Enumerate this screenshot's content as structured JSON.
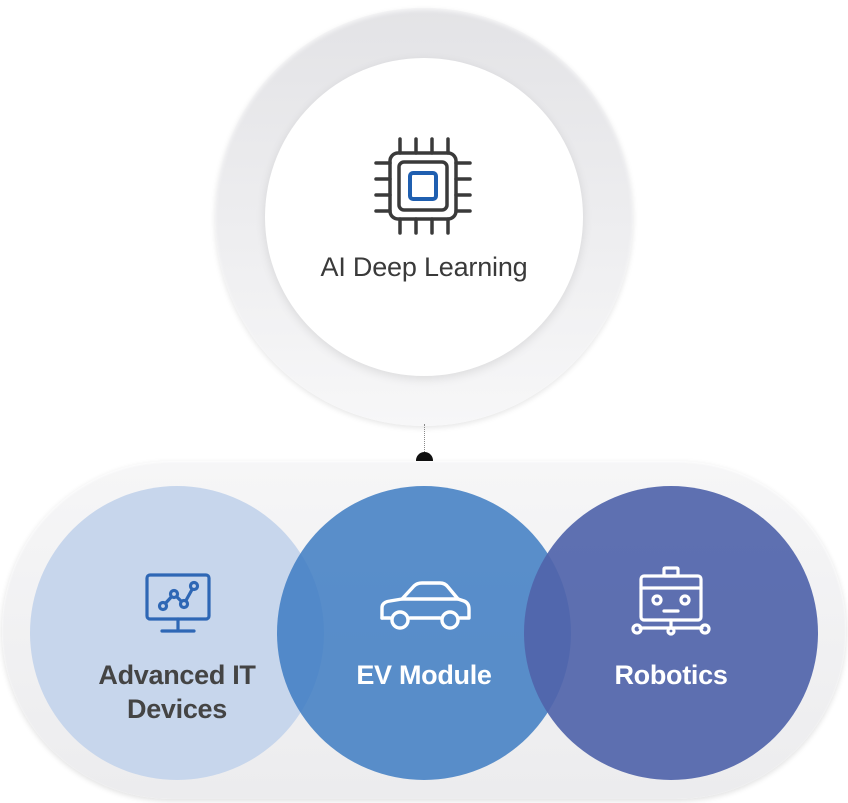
{
  "top_node": {
    "label": "AI Deep Learning",
    "icon": "cpu-chip-icon"
  },
  "nodes": [
    {
      "label": "Advanced IT Devices",
      "line1": "Advanced IT",
      "line2": "Devices",
      "icon": "monitor-chart-icon",
      "color": "#c5d4eb"
    },
    {
      "label": "EV Module",
      "icon": "car-icon",
      "color": "#3f7dc2"
    },
    {
      "label": "Robotics",
      "icon": "robot-icon",
      "color": "#5064aa"
    }
  ],
  "colors": {
    "chip_accent": "#1f5fb0",
    "icon_dark": "#3a3a3a",
    "icon_blue": "#2e67b5",
    "connector_dot": "#111111"
  }
}
